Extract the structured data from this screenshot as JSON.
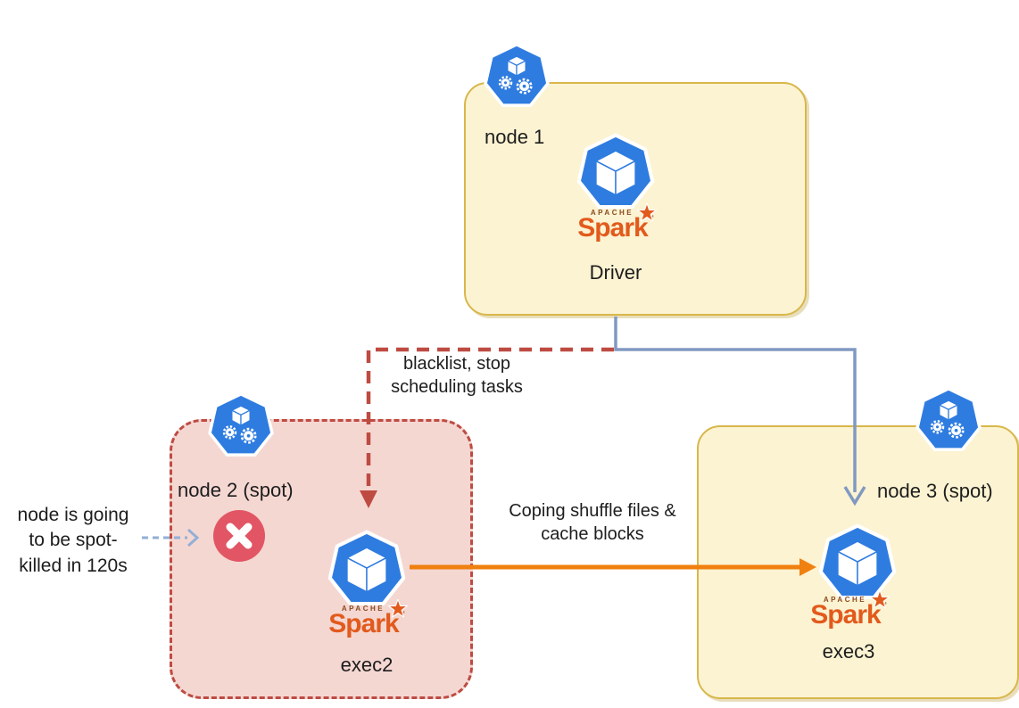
{
  "nodes": {
    "node1": {
      "label": "node 1",
      "pod_label": "Driver"
    },
    "node2": {
      "label": "node 2 (spot)",
      "pod_label": "exec2"
    },
    "node3": {
      "label": "node 3 (spot)",
      "pod_label": "exec3"
    }
  },
  "spark": {
    "apache": "APACHE",
    "name": "Spark",
    "tm": "™"
  },
  "annotations": {
    "blacklist": "blacklist, stop\nscheduling tasks",
    "copy_shuffle": "Coping shuffle files &\ncache blocks",
    "spot_kill": "node is going\nto be spot-\nkilled in 120s"
  },
  "icons": {
    "kubernetes_node": "kubernetes-node-icon",
    "kubernetes_pod_cube": "kubernetes-pod-cube-icon",
    "spark_star": "spark-star-icon",
    "error_x": "error-x-icon"
  },
  "colors": {
    "canvas_bg": "#ffffff",
    "node_yellow_fill": "#FCF3D2",
    "node_yellow_border": "#D8B74B",
    "node_pink_fill": "#F5D7D2",
    "node_red_border": "#BE4B42",
    "kubernetes_blue": "#2F7CE0",
    "arrow_red": "#BE4B42",
    "arrow_blue": "#8099C2",
    "arrow_orange": "#F0800F",
    "arrow_light_blue": "#92AFD7",
    "spark_orange": "#E25A1C",
    "error_red": "#E25565",
    "text_dark": "#1d1d1d"
  }
}
